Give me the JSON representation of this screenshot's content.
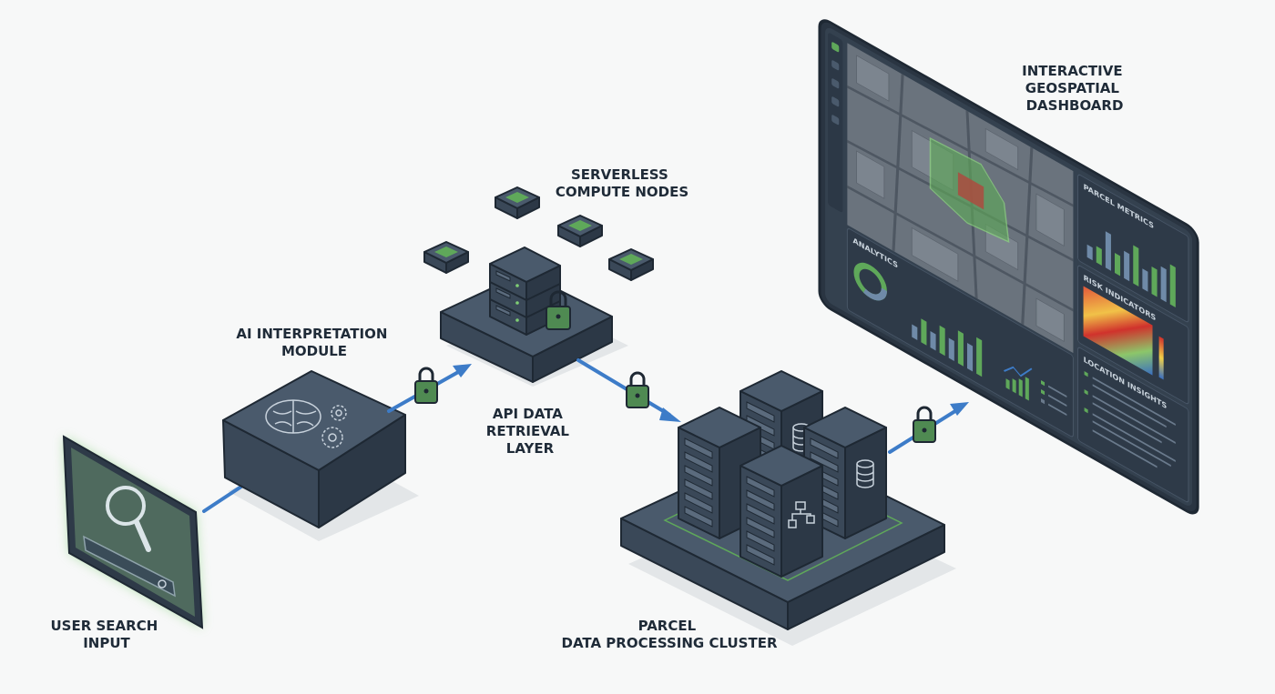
{
  "labels": {
    "user_search": [
      "USER SEARCH",
      "INPUT"
    ],
    "ai_module": [
      "AI INTERPRETATION",
      "MODULE"
    ],
    "serverless": [
      "SERVERLESS",
      "COMPUTE NODES"
    ],
    "api_layer": [
      "API DATA",
      "RETRIEVAL",
      "LAYER"
    ],
    "cluster": [
      "PARCEL",
      "DATA PROCESSING CLUSTER"
    ],
    "dashboard": [
      "INTERACTIVE",
      "GEOSPATIAL",
      "DASHBOARD"
    ]
  },
  "dashboard_panels": {
    "analytics": "ANALYTICS",
    "parcel_metrics": "PARCEL METRICS",
    "risk_indicators": "RISK INDICATORS",
    "location_insights": "LOCATION INSIGHTS"
  },
  "icons": [
    "search-icon",
    "brain-icon",
    "gear-icon",
    "lock-icon",
    "server-icon",
    "database-icon",
    "flowchart-icon",
    "donut-chart-icon",
    "bar-chart-icon",
    "heatmap-icon"
  ],
  "colors": {
    "accent_green": "#5fa85a",
    "arrow_blue": "#3d7cc8",
    "hardware_dark": "#3a4858",
    "background": "#f7f8f8"
  }
}
